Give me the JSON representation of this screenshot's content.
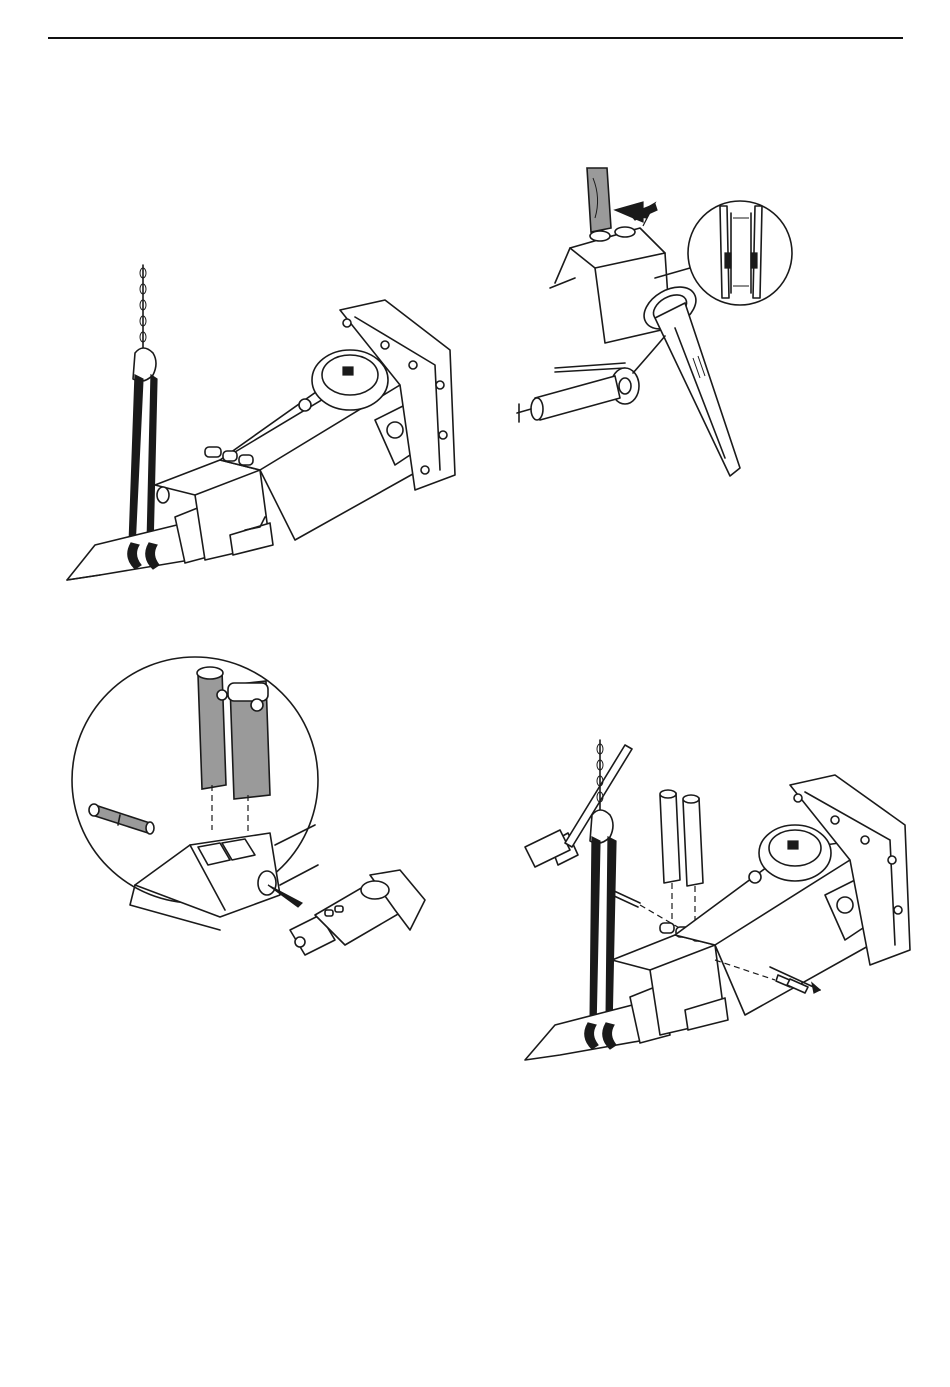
{
  "page": {
    "header_rule": "top-rule"
  },
  "figures": [
    {
      "id": "fig-lifting",
      "icon": "breaker-lifted-by-sling-illustration"
    },
    {
      "id": "fig-grease",
      "icon": "grease-gun-lubricating-tool-illustration"
    },
    {
      "id": "fig-retainer",
      "icon": "retainer-pins-detail-illustration"
    },
    {
      "id": "fig-pin-removal",
      "icon": "retainer-pin-removal-illustration"
    }
  ]
}
